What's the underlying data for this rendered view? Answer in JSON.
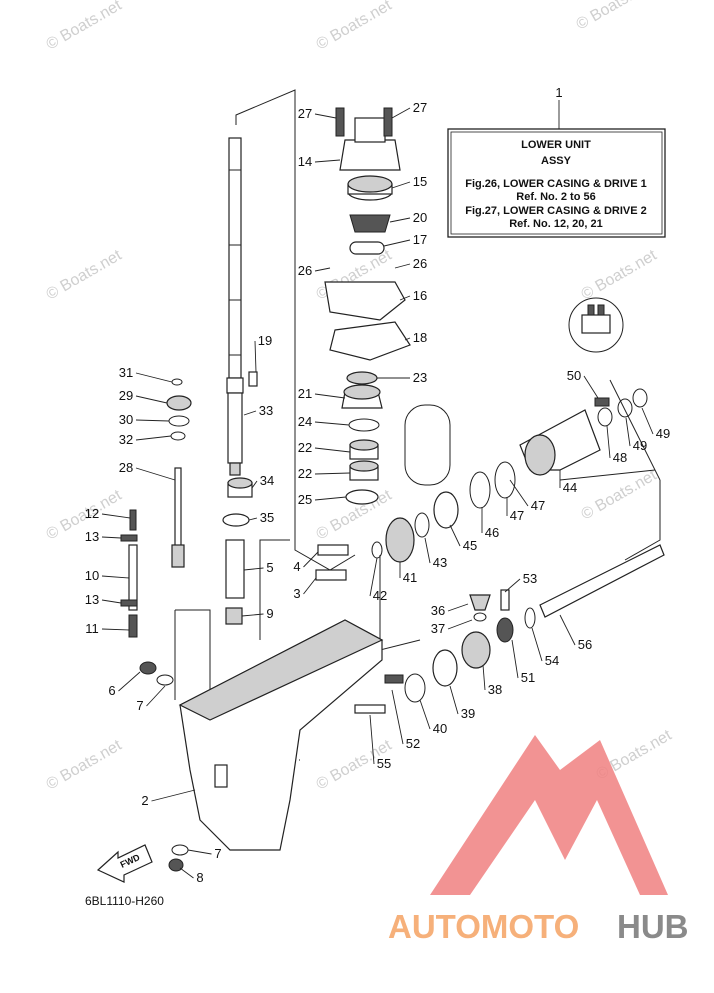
{
  "diagram": {
    "info_box": {
      "ref": "1",
      "lines": [
        "LOWER UNIT",
        "ASSY",
        "Fig.26, LOWER CASING & DRIVE 1",
        "Ref. No. 2 to 56",
        "Fig.27, LOWER CASING & DRIVE 2",
        "Ref. No. 12, 20, 21"
      ]
    },
    "drawing_code": "6BL1110-H260",
    "fwd_label": "FWD",
    "watermark": "© Boats.net",
    "brand": {
      "part_a": "AUTOMOTO",
      "part_b": "HUB",
      "color_a": "#f6b07a",
      "color_b": "#8a8a8a",
      "logo_color": "#f08080"
    },
    "callouts": [
      "27",
      "27",
      "14",
      "15",
      "20",
      "17",
      "26",
      "26",
      "16",
      "18",
      "19",
      "31",
      "29",
      "30",
      "32",
      "33",
      "28",
      "21",
      "23",
      "24",
      "22",
      "22",
      "25",
      "34",
      "35",
      "12",
      "13",
      "10",
      "13",
      "11",
      "5",
      "9",
      "4",
      "3",
      "6",
      "7",
      "2",
      "7",
      "8",
      "41",
      "42",
      "43",
      "45",
      "46",
      "47",
      "47",
      "44",
      "50",
      "48",
      "49",
      "49",
      "53",
      "36",
      "37",
      "56",
      "54",
      "51",
      "38",
      "39",
      "40",
      "52",
      "55"
    ]
  }
}
